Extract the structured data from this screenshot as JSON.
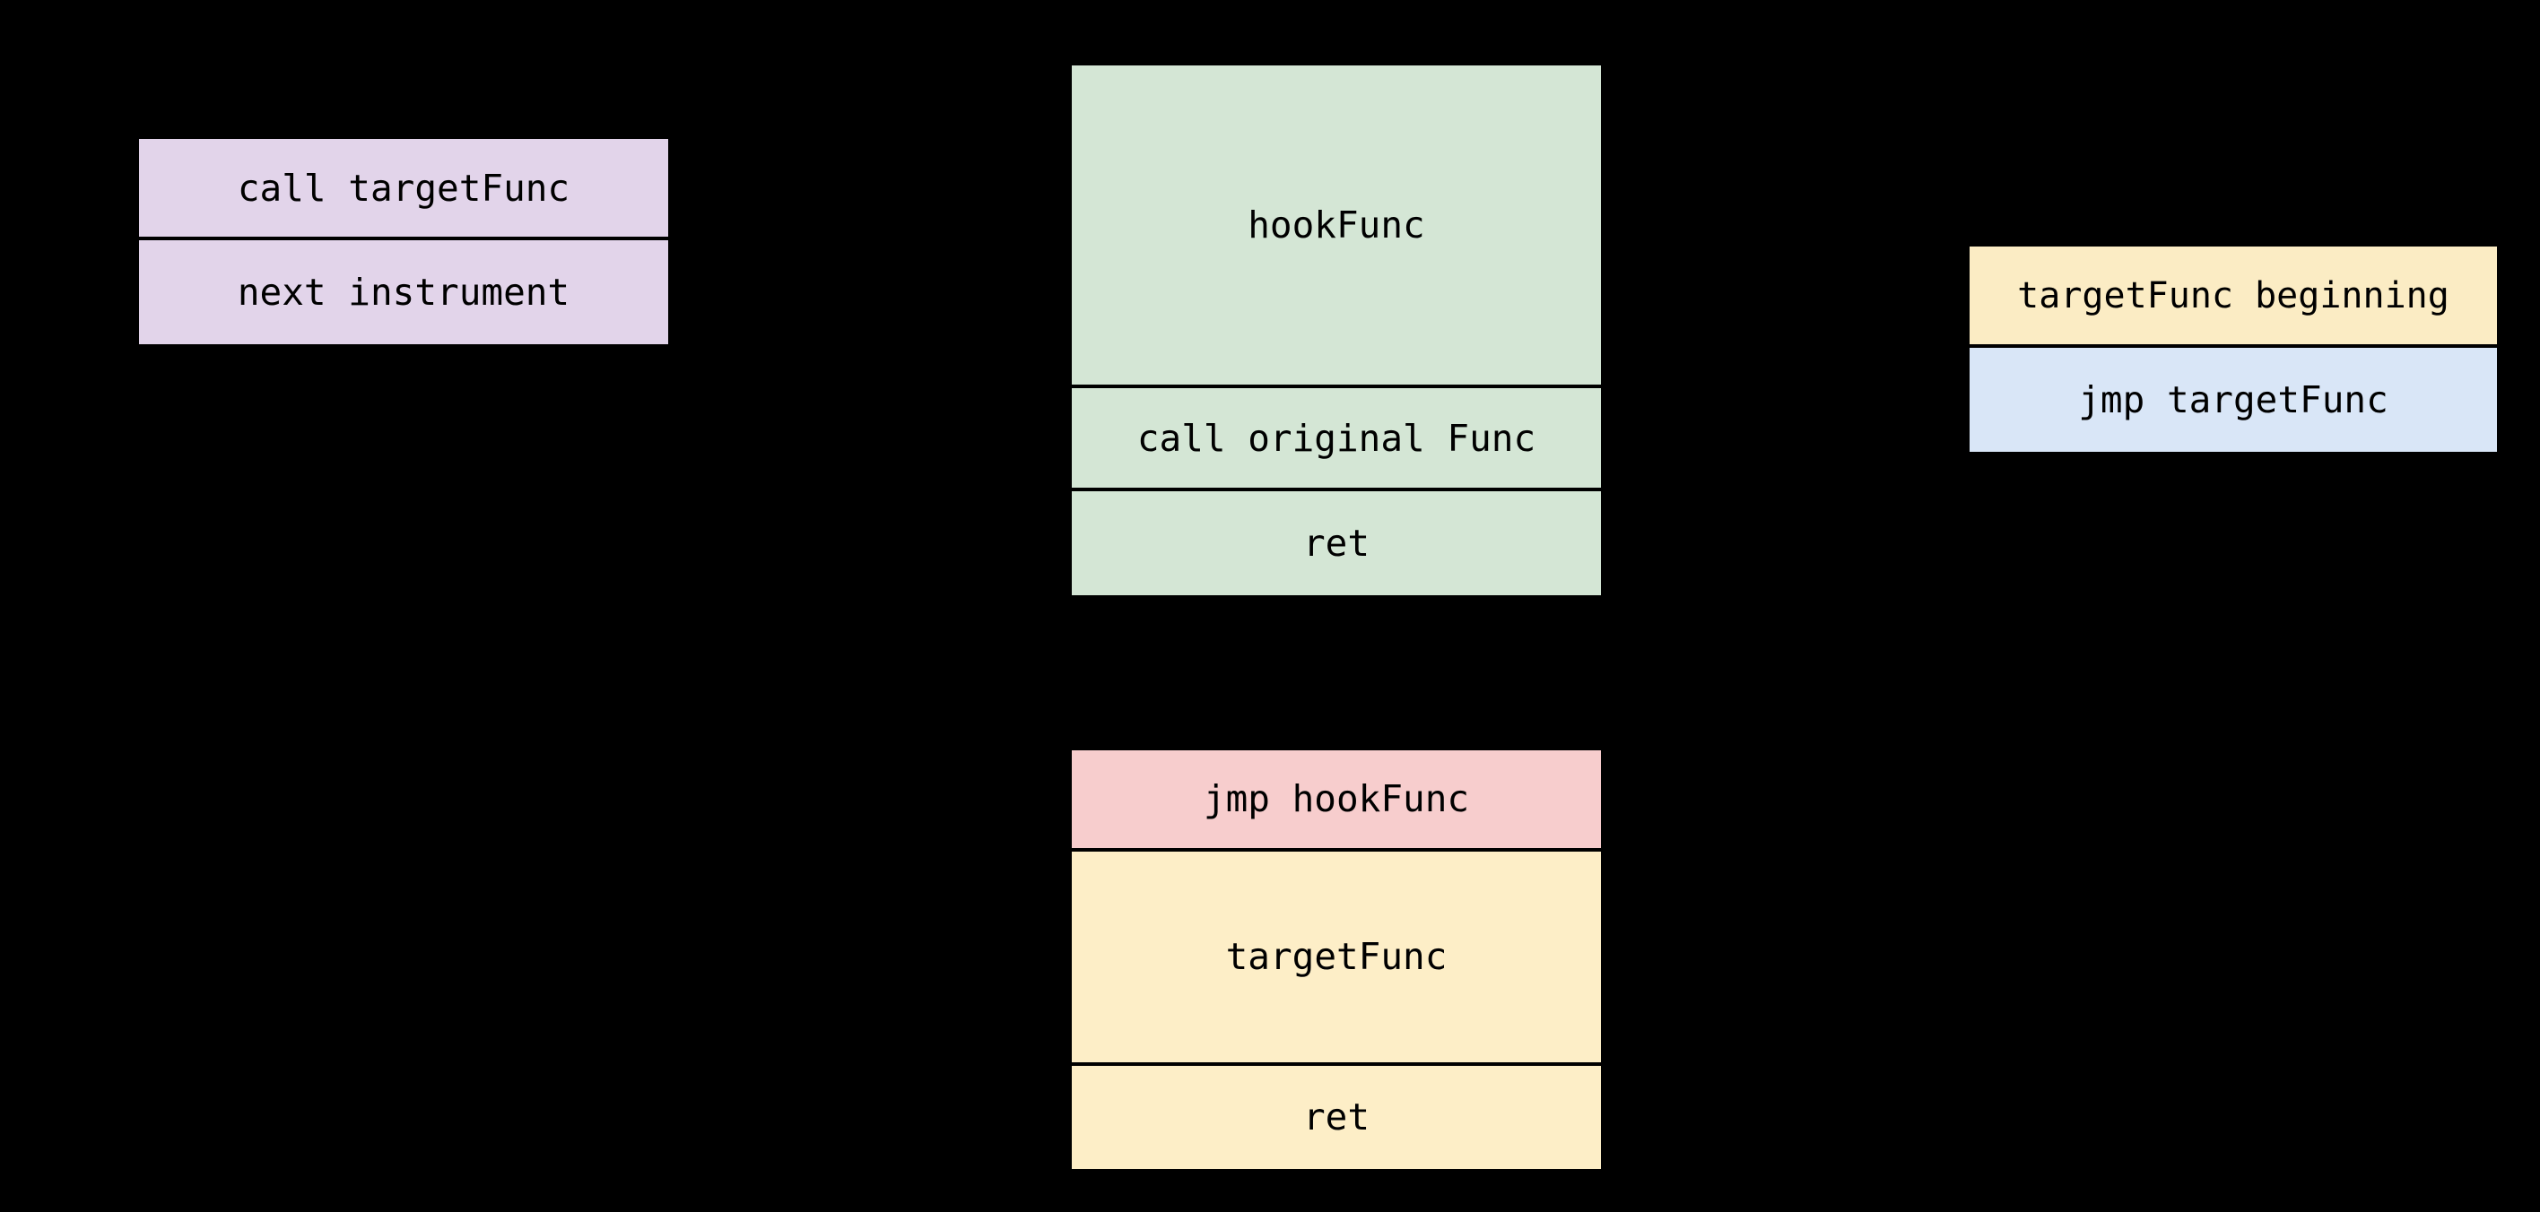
{
  "diagram": {
    "title": "inline hook (detour) control-flow layout",
    "background_color": "#000000",
    "text_color": "#000000",
    "border_color": "#000000",
    "blocks": [
      {
        "id": "caller",
        "name": "caller-code-block",
        "fill": "#e2d4ea",
        "rows": [
          {
            "label": "call targetFunc",
            "fill": "#e2d4ea"
          },
          {
            "label": "next instrument",
            "fill": "#e2d4ea"
          }
        ]
      },
      {
        "id": "hook",
        "name": "hook-function-block",
        "fill": "#d4e6d5",
        "rows": [
          {
            "label": "hookFunc",
            "fill": "#d4e6d5"
          },
          {
            "label": "call original Func",
            "fill": "#d4e6d5"
          },
          {
            "label": "ret",
            "fill": "#d4e6d5"
          }
        ]
      },
      {
        "id": "trampoline",
        "name": "trampoline-block",
        "rows": [
          {
            "label": "targetFunc beginning",
            "fill": "#fbecc4"
          },
          {
            "label": "jmp targetFunc",
            "fill": "#d9e6f7"
          }
        ]
      },
      {
        "id": "target",
        "name": "target-function-block",
        "rows": [
          {
            "label": "jmp hookFunc",
            "fill": "#f7cdcd"
          },
          {
            "label": "targetFunc",
            "fill": "#fdeec7"
          },
          {
            "label": "ret",
            "fill": "#fdeec7"
          }
        ]
      }
    ]
  }
}
